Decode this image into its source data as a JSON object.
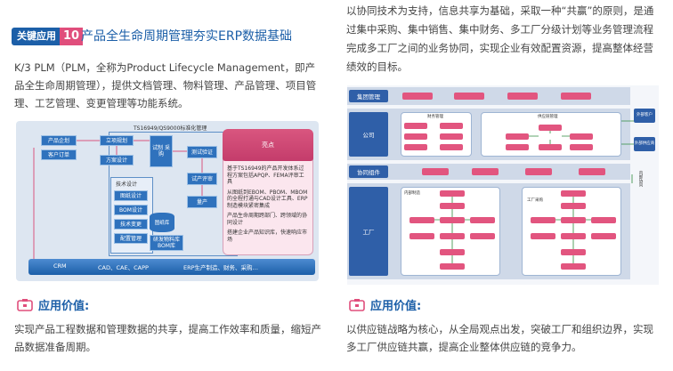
{
  "left": {
    "badge": {
      "label": "关键应用",
      "number": "10"
    },
    "title": "产品全生命周期管理夯实ERP数据基础",
    "intro": "K/3 PLM（PLM，全称为Product Lifecycle Management，即产品全生命周期管理），提供文档管理、物料管理、产品管理、项目管理、工艺管理、变更管理等功能系统。",
    "diagram": {
      "std_label": "TS16949/QS9000标准化管理",
      "boxes": {
        "product_plan": "产品企划",
        "customer_order": "客户订单",
        "project_plan": "立项规划",
        "solution_design": "方案设计",
        "trial_purchase": "试制 采购",
        "trial_verify": "测试验证",
        "trial_review": "试产评审",
        "mass_prod": "量产",
        "tech_design": "技术设计",
        "drawing_design": "图纸设计",
        "bom_design": "BOM设计",
        "tech_change": "技术变更",
        "config_mgmt": "配置管理",
        "drawing_lib": "图纸库",
        "dev_material": "研发物料库BOM库"
      },
      "highlight_title": "亮点",
      "highlights": [
        "基于TS16949的产品开发体系过程方案包括APQP、FEMA评审工具",
        "从图纸到EBOM、PBOM、MBOM的全程打通与CAD设计工具、ERP制造模块紧密集成",
        "产品生命周期跨部门、跨领域的协同设计",
        "搭建企业产品知识库，快速响应市场"
      ],
      "bottom": [
        "CRM",
        "CAD、CAE、CAPP",
        "ERP生产制造、财务、采购…"
      ]
    },
    "value_title": "应用价值:",
    "value_text": "实现产品工程数据和管理数据的共享，提高工作效率和质量，缩短产品数据准备周期。"
  },
  "right": {
    "intro": "以协同技术为支持，信息共享为基础，采取一种“共赢”的原则，是通过集中采购、集中销售、集中财务、多工厂分级计划等业务管理流程完成多工厂之间的业务协同，实现企业有效配置资源，提高整体经营绩效的目标。",
    "diagram": {
      "row_group": "集团管理",
      "row_company": "公司",
      "row_collab": "协同组件",
      "row_factory": "工厂",
      "finance_label": "财务管理",
      "supply_label": "供应链管理",
      "right_labels": [
        "外部客户",
        "外部供应商",
        "内部协同"
      ],
      "factory_labels": [
        "内部制造",
        "工厂采购"
      ]
    },
    "value_title": "应用价值:",
    "value_text": "以供应链战略为核心，从全局观点出发，突破工厂和组织边界，实现多工厂供应链共赢，提高企业整体供应链的竞争力。"
  },
  "colors": {
    "brand_blue": "#1c5fa8",
    "accent_pink": "#e04e7c"
  },
  "icons": [
    "value-icon",
    "value-icon"
  ]
}
